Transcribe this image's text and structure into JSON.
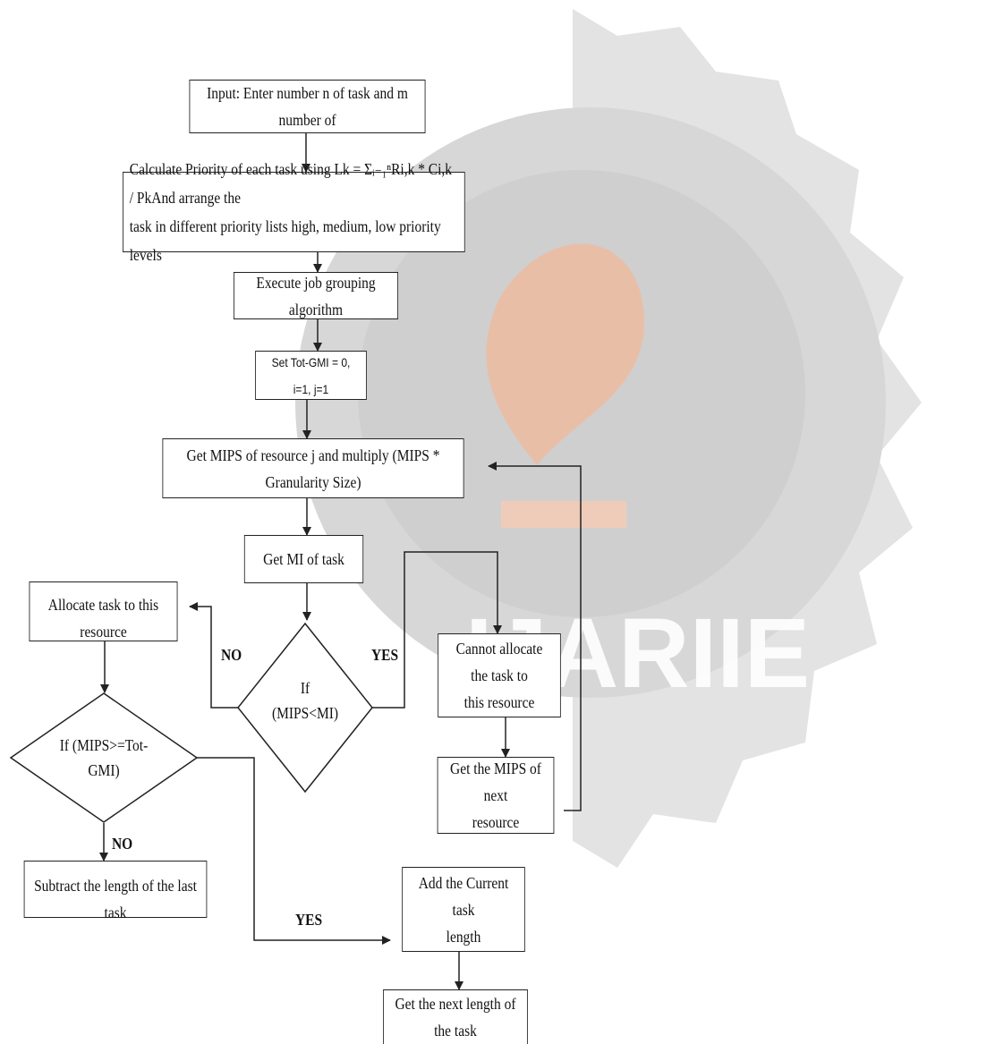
{
  "watermark": {
    "text": "IJARIIE",
    "colors": {
      "ring": "#d7d7d7",
      "inner": "#cfcfcf",
      "orange": "#f1b89a",
      "letters": "#ffffff"
    }
  },
  "nodes": {
    "input": "Input: Enter number n of task and m number of",
    "priority_line1": "Calculate Priority of each task using  Lk = Σᵢ₌₁ⁿRi,k * Ci,k / PkAnd arrange the",
    "priority_line2": "task in different priority lists high, medium, low priority levels",
    "job_grouping": "Execute job grouping algorithm",
    "set_vars": "Set Tot-GMI = 0, i=1, j=1",
    "get_mips": "Get MIPS of resource j and multiply (MIPS * Granularity Size)",
    "get_mi": "Get MI of task",
    "decision1_line1": "If",
    "decision1_line2": "(MIPS<MI)",
    "allocate": "Allocate task to this resource",
    "cannot_line1": "Cannot allocate the task to",
    "cannot_line2": "this resource",
    "next_mips_line1": "Get the MIPS of next",
    "next_mips_line2": "resource",
    "decision2_line1": "If  (MIPS>=Tot-",
    "decision2_line2": "GMI)",
    "subtract": "Subtract the length of the last task",
    "add_line1": "Add the Current task",
    "add_line2": "length",
    "next_length": "Get the next length of the task"
  },
  "labels": {
    "no1": "NO",
    "yes1": "YES",
    "no2": "NO",
    "yes2": "YES"
  }
}
